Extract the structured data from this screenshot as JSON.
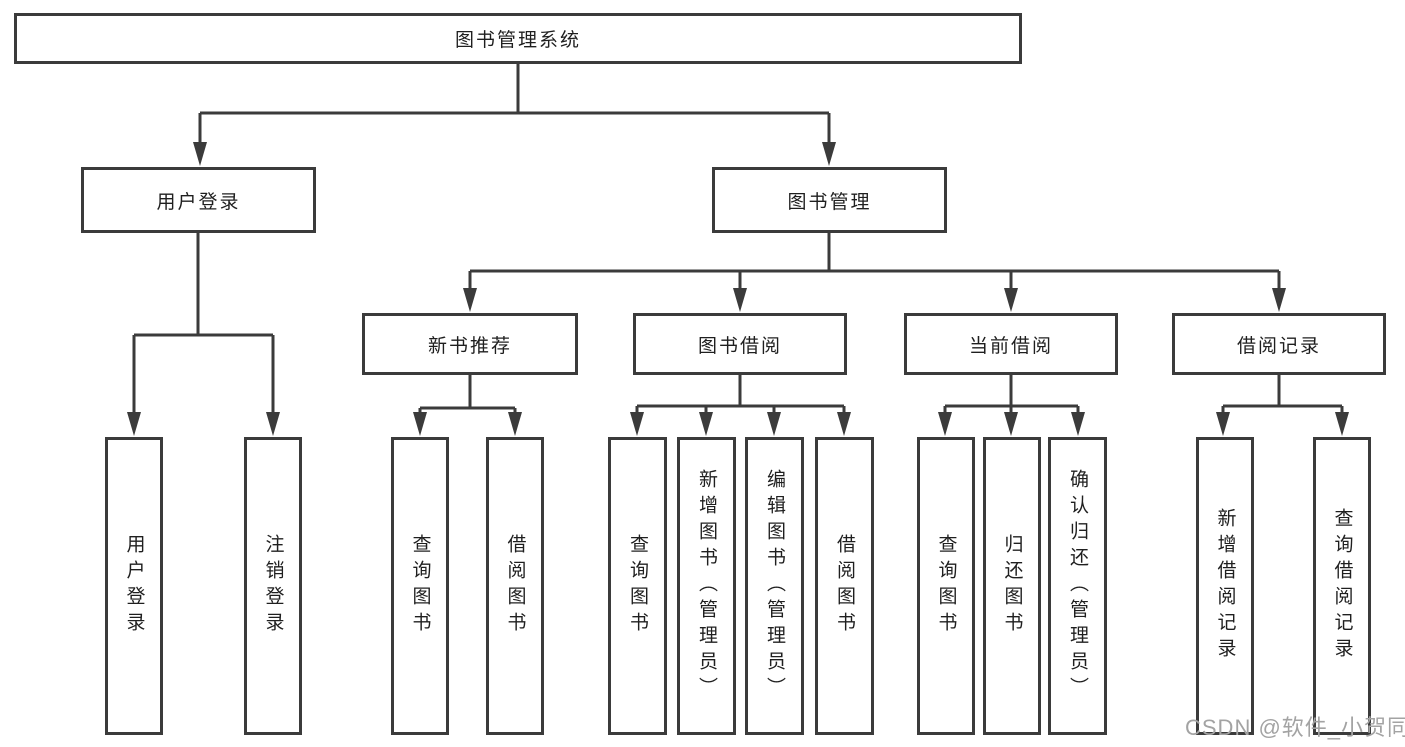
{
  "tree": {
    "root": {
      "label": "图书管理系统"
    },
    "children": [
      {
        "label": "用户登录",
        "children": [
          {
            "label": "用户登录"
          },
          {
            "label": "注销登录"
          }
        ]
      },
      {
        "label": "图书管理",
        "children": [
          {
            "label": "新书推荐",
            "children": [
              {
                "label": "查询图书"
              },
              {
                "label": "借阅图书"
              }
            ]
          },
          {
            "label": "图书借阅",
            "children": [
              {
                "label": "查询图书"
              },
              {
                "label": "新增图书（管理员）"
              },
              {
                "label": "编辑图书（管理员）"
              },
              {
                "label": "借阅图书"
              }
            ]
          },
          {
            "label": "当前借阅",
            "children": [
              {
                "label": "查询图书"
              },
              {
                "label": "归还图书"
              },
              {
                "label": "确认归还（管理员）"
              }
            ]
          },
          {
            "label": "借阅记录",
            "children": [
              {
                "label": "新增借阅记录"
              },
              {
                "label": "查询借阅记录"
              }
            ]
          }
        ]
      }
    ]
  },
  "watermark": {
    "text": "CSDN @软件_小贺同学"
  },
  "colors": {
    "line": "#3b3b3b",
    "box_border": "#3b3b3b",
    "text": "#1f1f1f",
    "watermark": "#a3a3a3",
    "background": "#ffffff"
  }
}
